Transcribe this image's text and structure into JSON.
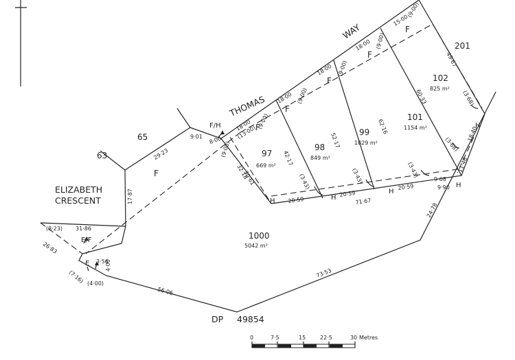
{
  "streets": {
    "way_name": "WAY",
    "thomas_name": "THOMAS",
    "elizabeth_line1": "ELIZABETH",
    "elizabeth_line2": "CRESCENT"
  },
  "plan": {
    "dp_prefix": "DP",
    "dp_number": "49854"
  },
  "lots": {
    "l63": "63",
    "l65": "65",
    "l201": "201",
    "l97": "97",
    "l97_area": "669 m²",
    "l98": "98",
    "l98_area": "849 m²",
    "l99": "99",
    "l99_area": "1029 m²",
    "l101": "101",
    "l101_area": "1154 m²",
    "l102": "102",
    "l102_area": "825 m²",
    "l1000": "1000",
    "l1000_area": "5042 m²"
  },
  "easements": {
    "F": "F",
    "H": "H",
    "E": "E",
    "EF": "E/F",
    "FH": "F/H"
  },
  "dims": {
    "d1500": "15·00",
    "d900a": "(9·00)",
    "d4967": "49·67",
    "d1800a": "18·00",
    "d900b": "(9·00)",
    "d1800b": "18·00",
    "d900c": "(9·00)",
    "d1800c": "18·00",
    "d900d": "(9·00)",
    "d1800d": "18·00",
    "d1300": "(13·00)",
    "d900e": "(9·00)",
    "d800": "8·00",
    "d900f": "(9·00)",
    "d6033": "60·33",
    "d6216": "62·16",
    "d5217": "52·17",
    "d4217": "42·17",
    "d3218": "32·18",
    "d3061": "30·61",
    "d368a": "(3·68)",
    "d368b": "(3·68)",
    "d1840": "18·40",
    "d1146": "11·46",
    "d343a": "(3·43)",
    "d343b": "(3·43)",
    "d343c": "(3·43)",
    "d968": "9·68",
    "d990": "9·90",
    "d2059a": "20·59",
    "d2059b": "20·59",
    "d2059c": "20·59",
    "d7167": "71·67",
    "d2478": "24·78",
    "d7353": "73·53",
    "d5606": "56·06",
    "d2923": "29·23",
    "d901": "9·01",
    "d1787": "17·87",
    "d823": "(8·23)",
    "d3186": "31·86",
    "d2683": "26·83",
    "d356": "3·56",
    "d400": "4·00",
    "d400b": "(4·00)",
    "d716": "(7·16)"
  },
  "scale": {
    "t0": "0",
    "t1": "7·5",
    "t2": "15",
    "t3": "22·5",
    "t4": "30",
    "unit": "Metres"
  }
}
